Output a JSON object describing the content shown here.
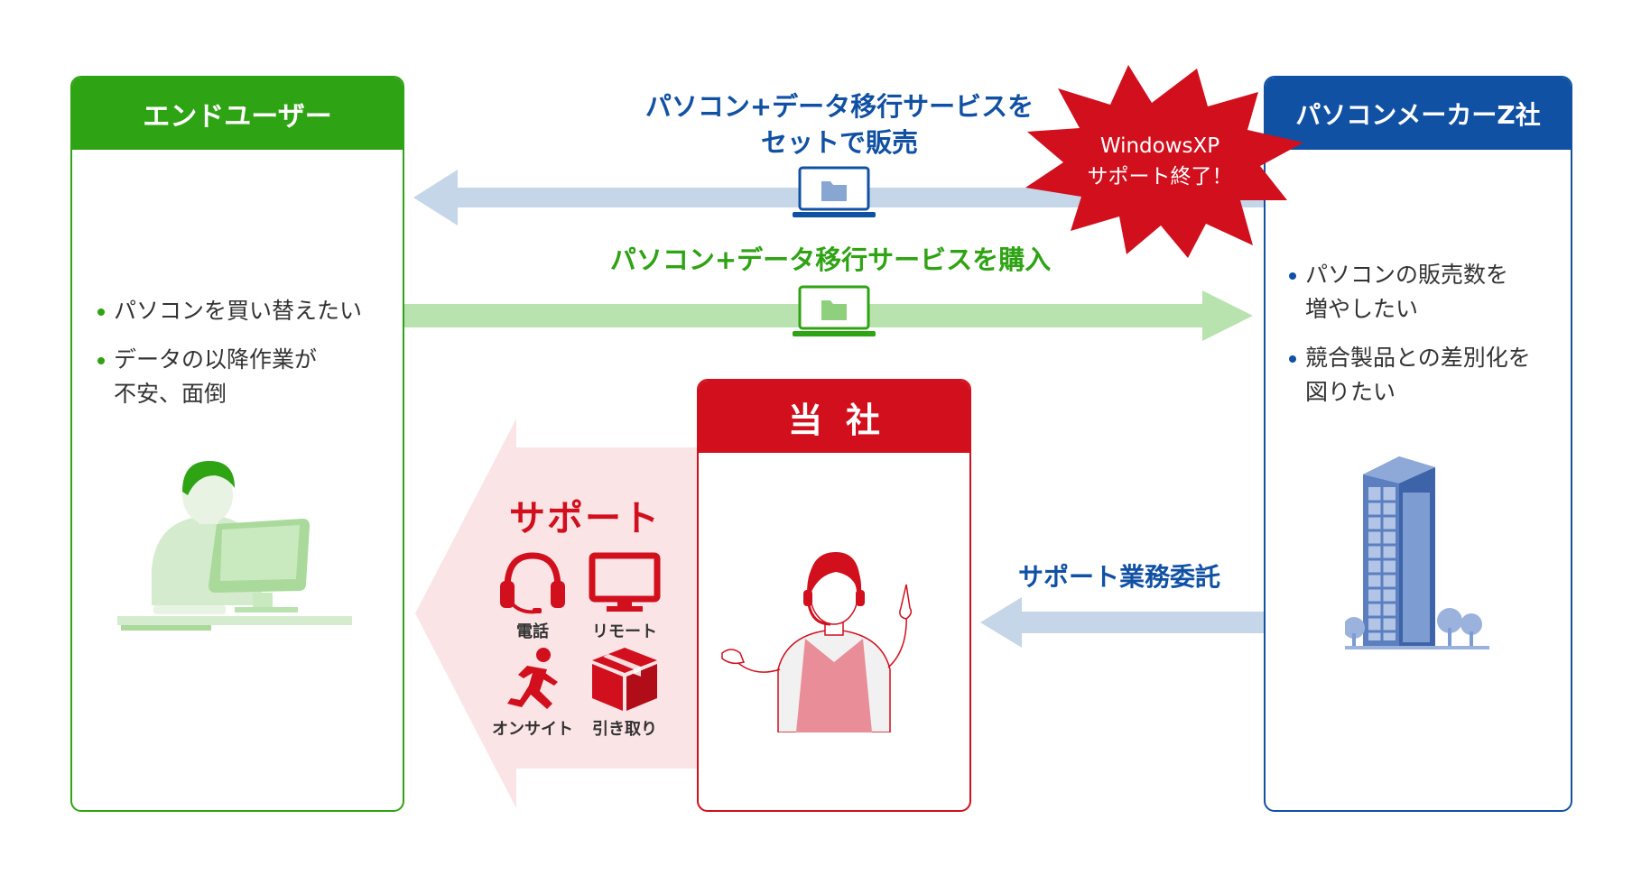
{
  "end_user": {
    "title": "エンドユーザー",
    "bullets": [
      "パソコンを買い替えたい",
      "データの以降作業が\n不安、面倒"
    ]
  },
  "maker": {
    "title": "パソコンメーカーZ社",
    "bullets": [
      "パソコンの販売数を\n増やしたい",
      "競合製品との差別化を\n図りたい"
    ]
  },
  "company": {
    "title": "当社"
  },
  "arrows": {
    "sell_label": "パソコン+データ移行サービスを\nセットで販売",
    "buy_label": "パソコン+データ移行サービスを購入",
    "outsource_label": "サポート業務委託"
  },
  "burst": {
    "text": "WindowsXP\nサポート終了！"
  },
  "support": {
    "title": "サポート",
    "items": [
      {
        "label": "電話",
        "icon": "headset-icon"
      },
      {
        "label": "リモート",
        "icon": "monitor-icon"
      },
      {
        "label": "オンサイト",
        "icon": "running-person-icon"
      },
      {
        "label": "引き取り",
        "icon": "box-icon"
      }
    ]
  },
  "colors": {
    "green": "#2ea313",
    "blue": "#1151a4",
    "red": "#d10f1d",
    "light_green": "#b8e2ae",
    "light_blue": "#c5d6e9",
    "light_red": "#fbe4e6"
  }
}
